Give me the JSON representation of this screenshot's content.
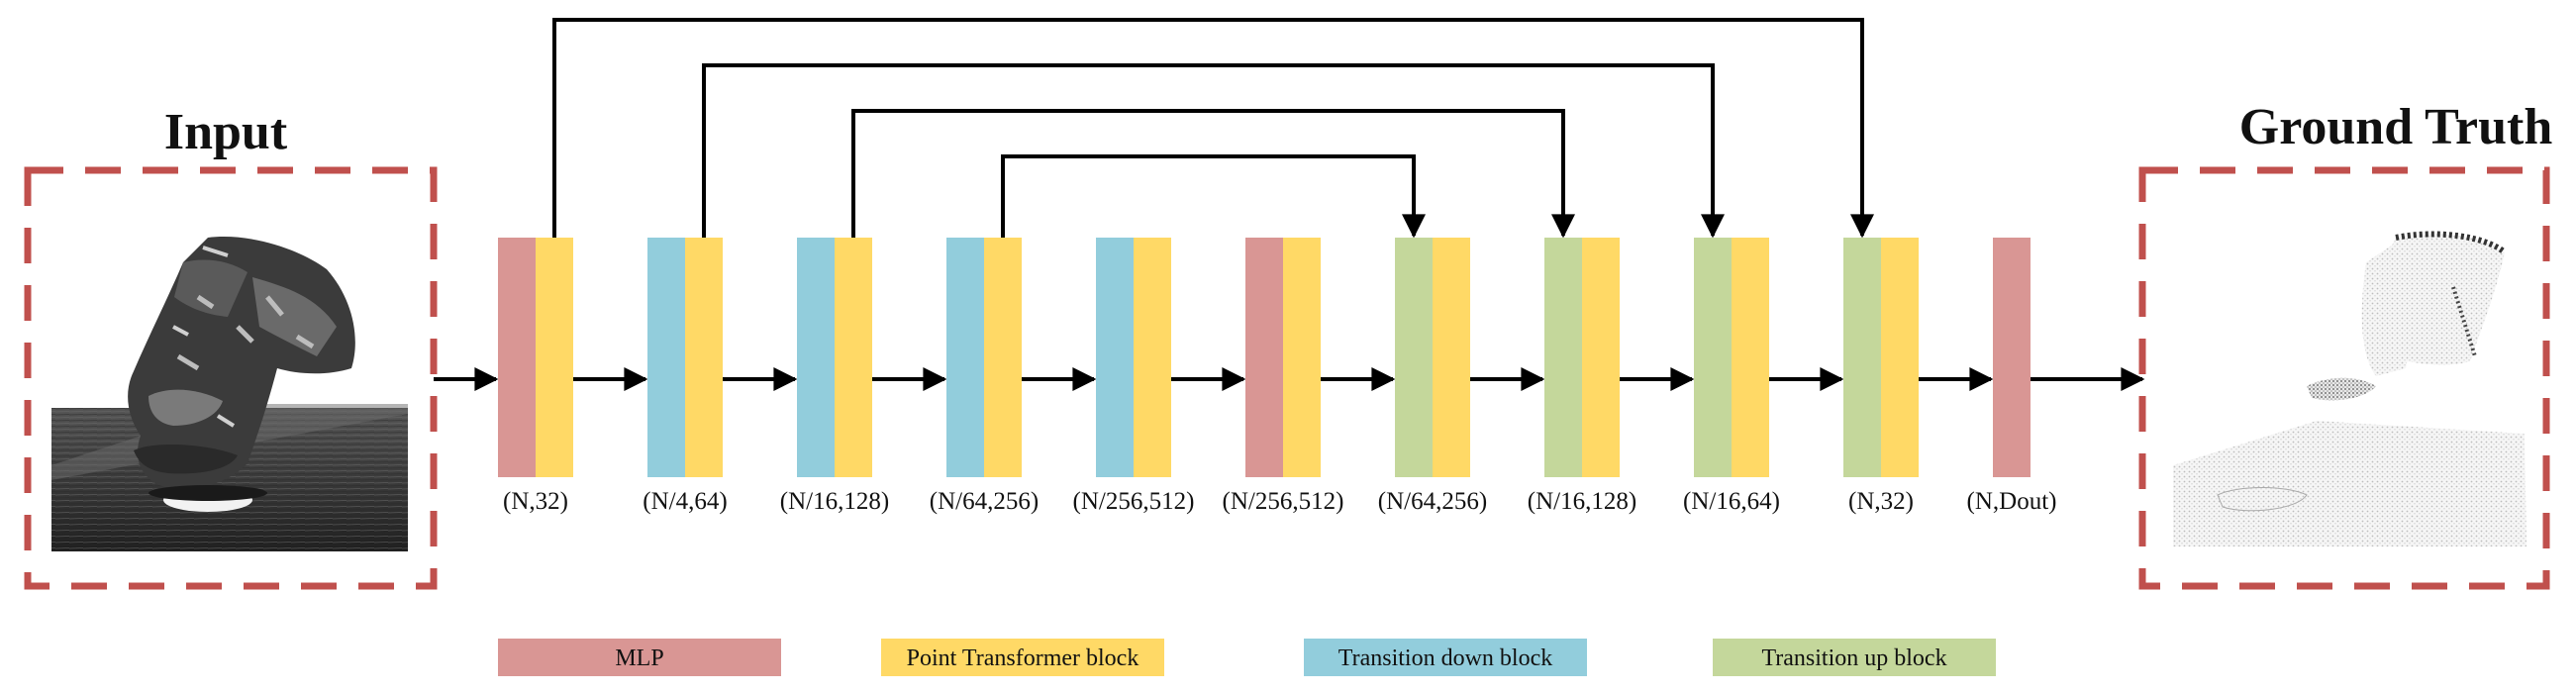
{
  "titles": {
    "input": "Input",
    "ground_truth": "Ground Truth"
  },
  "colors": {
    "mlp": "#d99694",
    "point_transformer": "#ffd966",
    "transition_down": "#92cddc",
    "transition_up": "#c4d79b",
    "dashed_frame": "#c0504d"
  },
  "blocks": [
    {
      "types": [
        "mlp",
        "point_transformer"
      ],
      "dim": "(N,32)"
    },
    {
      "types": [
        "transition_down",
        "point_transformer"
      ],
      "dim": "(N/4,64)"
    },
    {
      "types": [
        "transition_down",
        "point_transformer"
      ],
      "dim": "(N/16,128)"
    },
    {
      "types": [
        "transition_down",
        "point_transformer"
      ],
      "dim": "(N/64,256)"
    },
    {
      "types": [
        "transition_down",
        "point_transformer"
      ],
      "dim": "(N/256,512)"
    },
    {
      "types": [
        "mlp",
        "point_transformer"
      ],
      "dim": "(N/256,512)"
    },
    {
      "types": [
        "transition_up",
        "point_transformer"
      ],
      "dim": "(N/64,256)"
    },
    {
      "types": [
        "transition_up",
        "point_transformer"
      ],
      "dim": "(N/16,128)"
    },
    {
      "types": [
        "transition_up",
        "point_transformer"
      ],
      "dim": "(N/16,64)"
    },
    {
      "types": [
        "transition_up",
        "point_transformer"
      ],
      "dim": "(N,32)"
    },
    {
      "types": [
        "mlp"
      ],
      "dim": "(N,Dout)"
    }
  ],
  "skip_connections": [
    {
      "from": 0,
      "to": 9
    },
    {
      "from": 1,
      "to": 8
    },
    {
      "from": 2,
      "to": 7
    },
    {
      "from": 3,
      "to": 6
    }
  ],
  "legend": [
    {
      "type": "mlp",
      "label": "MLP"
    },
    {
      "type": "point_transformer",
      "label": "Point Transformer block"
    },
    {
      "type": "transition_down",
      "label": "Transition down block"
    },
    {
      "type": "transition_up",
      "label": "Transition up block"
    }
  ]
}
